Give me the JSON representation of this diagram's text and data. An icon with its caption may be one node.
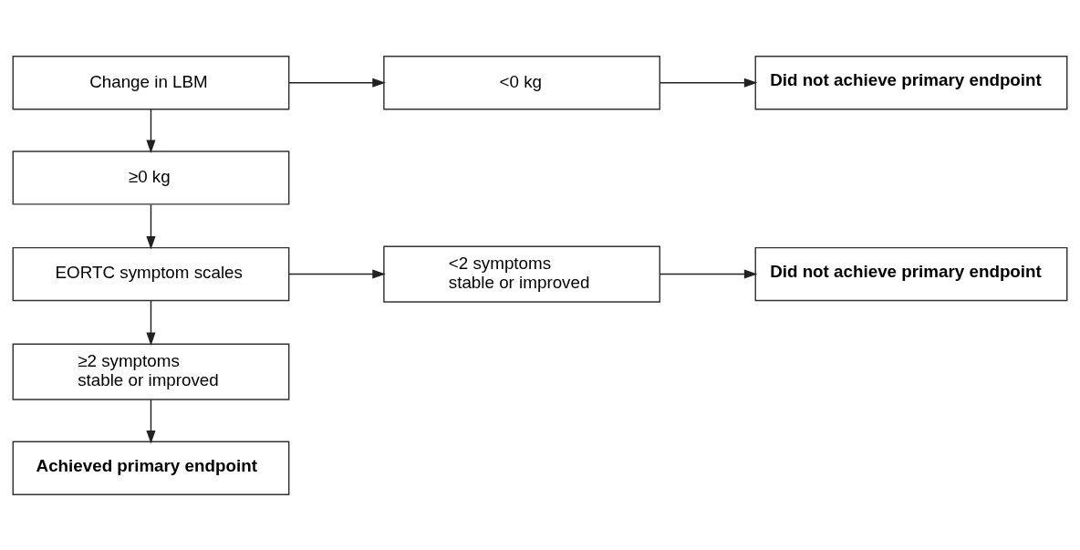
{
  "diagram": {
    "nodes": [
      {
        "text": [
          "Change in LBM"
        ]
      },
      {
        "text": [
          "<0 kg"
        ]
      },
      {
        "text": [
          "Did not achieve primary endpoint"
        ]
      },
      {
        "text": [
          "≥0 kg"
        ]
      },
      {
        "text": [
          "EORTC symptom scales"
        ]
      },
      {
        "text": [
          "<2 symptoms stable or improved"
        ]
      },
      {
        "text": [
          "Did not achieve primary endpoint"
        ]
      },
      {
        "text": [
          "≥2 symptoms stable or improved"
        ]
      },
      {
        "text": [
          "Achieved primary endpoint"
        ]
      }
    ],
    "edges": [
      {
        "from": 0,
        "to": 1,
        "arrow": "to"
      },
      {
        "from": 1,
        "to": 2,
        "arrow": "to"
      },
      {
        "from": 0,
        "to": 3,
        "arrow": "to"
      },
      {
        "from": 3,
        "to": 4,
        "arrow": "to"
      },
      {
        "from": 4,
        "to": 5,
        "arrow": "to"
      },
      {
        "from": 5,
        "to": 6,
        "arrow": "to"
      },
      {
        "from": 4,
        "to": 7,
        "arrow": "to"
      },
      {
        "from": 7,
        "to": 8,
        "arrow": "to"
      }
    ]
  }
}
